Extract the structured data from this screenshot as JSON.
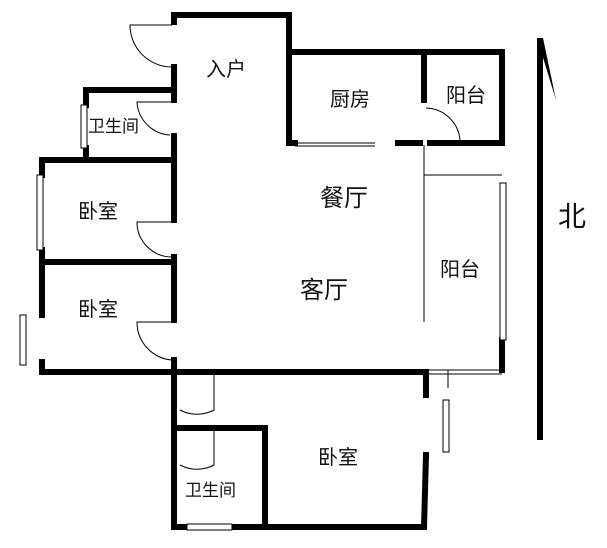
{
  "rooms": {
    "entry": "入户",
    "kitchen": "厨房",
    "balcony_top": "阳台",
    "bathroom_top": "卫生间",
    "bedroom_1": "卧室",
    "dining": "餐厅",
    "living": "客厅",
    "balcony_right": "阳台",
    "bedroom_2": "卧室",
    "bedroom_3": "卧室",
    "bathroom_bottom": "卫生间"
  },
  "compass": {
    "north_label": "北"
  }
}
